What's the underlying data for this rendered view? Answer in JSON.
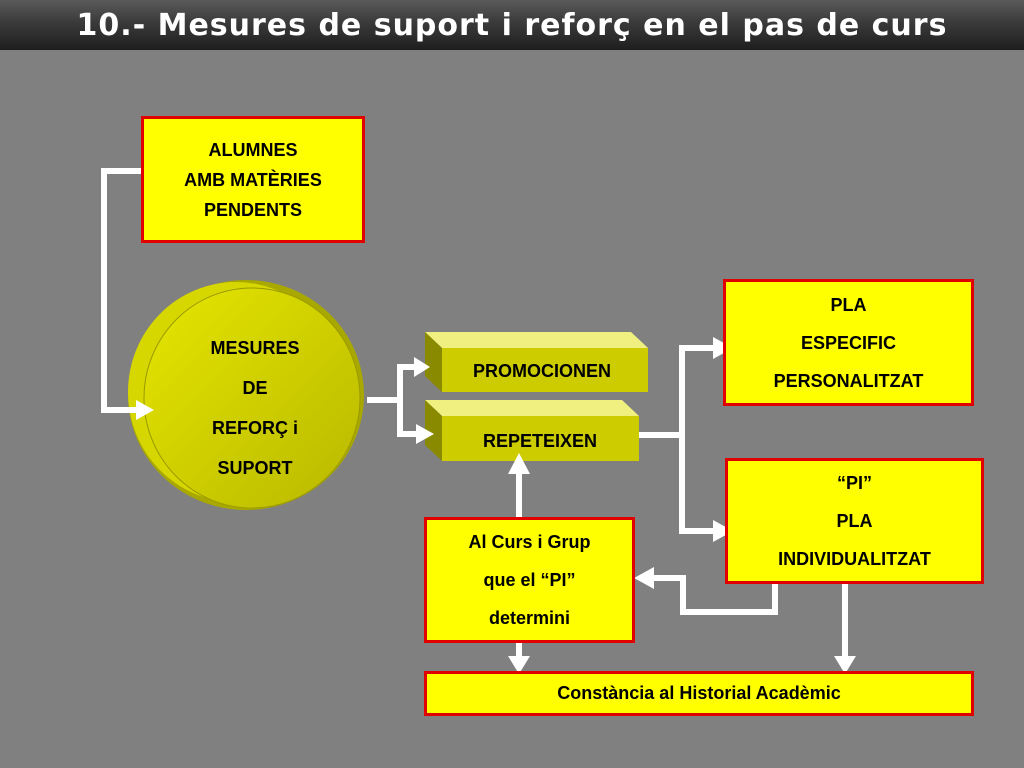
{
  "title": "10.- Mesures de suport i reforç en el pas de curs",
  "nodes": {
    "alumnes": [
      "ALUMNES",
      "AMB MATÈRIES",
      "PENDENTS"
    ],
    "mesures": [
      "MESURES",
      "DE",
      "REFORÇ i",
      "SUPORT"
    ],
    "promocionen": "PROMOCIONEN",
    "repeteixen": "REPETEIXEN",
    "pla_especific": [
      "PLA",
      "ESPECIFIC",
      "PERSONALITZAT"
    ],
    "pi": [
      "“PI”",
      "PLA",
      "INDIVIDUALITZAT"
    ],
    "curs": [
      "Al Curs i Grup",
      "que el “PI”",
      "determini"
    ],
    "constancia": "Constància al Historial Acadèmic"
  },
  "colors": {
    "background": "#808080",
    "box_fill": "#ffff00",
    "box_border": "#e00000",
    "disc_fill": "#cccc00",
    "bevel_face": "#cccc00",
    "connector": "#ffffff"
  }
}
